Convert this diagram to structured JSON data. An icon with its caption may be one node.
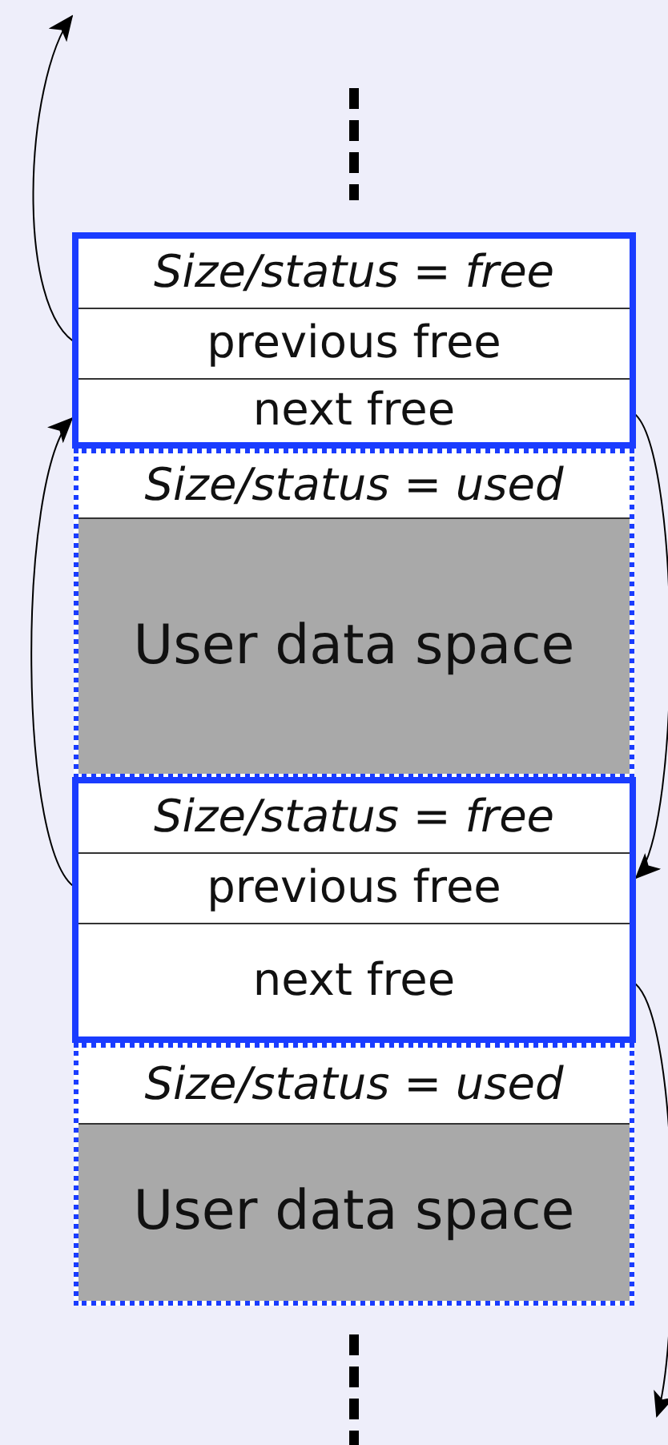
{
  "diagram": {
    "nodes": [
      {
        "text": [],
        "shape": "box"
      },
      {
        "text": [
          "Size/status = free"
        ],
        "in": 0
      },
      {
        "text": [
          "previous free"
        ],
        "in": 0
      },
      {
        "text": [
          "next free"
        ],
        "in": 0
      },
      {
        "text": [],
        "shape": "box"
      },
      {
        "text": [
          "Size/status = used"
        ],
        "in": 4
      },
      {
        "text": [
          "User data space"
        ],
        "in": 4
      },
      {
        "text": [],
        "shape": "box"
      },
      {
        "text": [
          "Size/status = free"
        ],
        "in": 7
      },
      {
        "text": [
          "previous free"
        ],
        "in": 7
      },
      {
        "text": [
          "next free"
        ],
        "in": 7
      },
      {
        "text": [],
        "shape": "box"
      },
      {
        "text": [
          "Size/status = used"
        ],
        "in": 11
      },
      {
        "text": [
          "User data space"
        ],
        "in": 11
      }
    ],
    "edges": [
      {
        "from": 2,
        "to": null,
        "arrow": "to"
      },
      {
        "from": 9,
        "to": 0,
        "arrow": "to"
      },
      {
        "from": 3,
        "to": 7,
        "arrow": "to"
      },
      {
        "from": 10,
        "to": null,
        "arrow": "to"
      }
    ]
  }
}
